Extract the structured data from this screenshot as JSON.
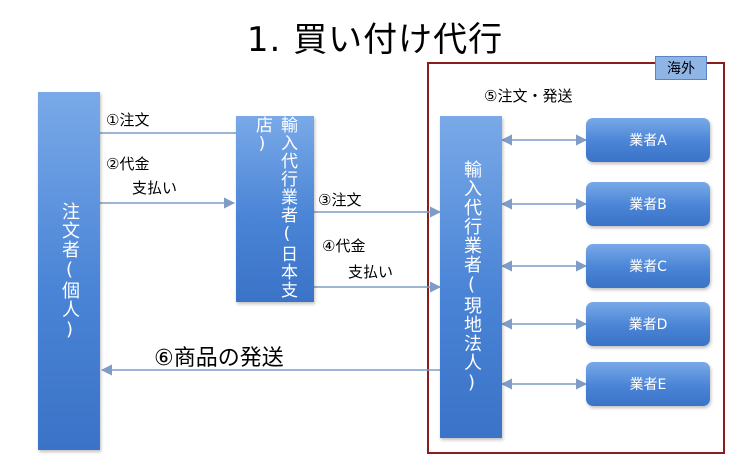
{
  "title": "1. 買い付け代行",
  "boxes": {
    "customer": "注文者(個人)",
    "japan_agent": "輸入代行業者(日本支店)",
    "local_agent": "輸入代行業者(現地法人)"
  },
  "overseas_label": "海外",
  "vendors": [
    "業者A",
    "業者B",
    "業者C",
    "業者D",
    "業者E"
  ],
  "steps": {
    "s1": "①注文",
    "s2_line1": "②代金",
    "s2_line2": "支払い",
    "s3": "③注文",
    "s4_line1": "④代金",
    "s4_line2": "支払い",
    "s5": "⑤注文・発送",
    "s6": "⑥商品の発送"
  },
  "colors": {
    "box_blue": "#4a84d6",
    "frame_red": "#8b1c1c",
    "tag_blue": "#8fb4e6",
    "arrow": "#7f9cc7"
  }
}
